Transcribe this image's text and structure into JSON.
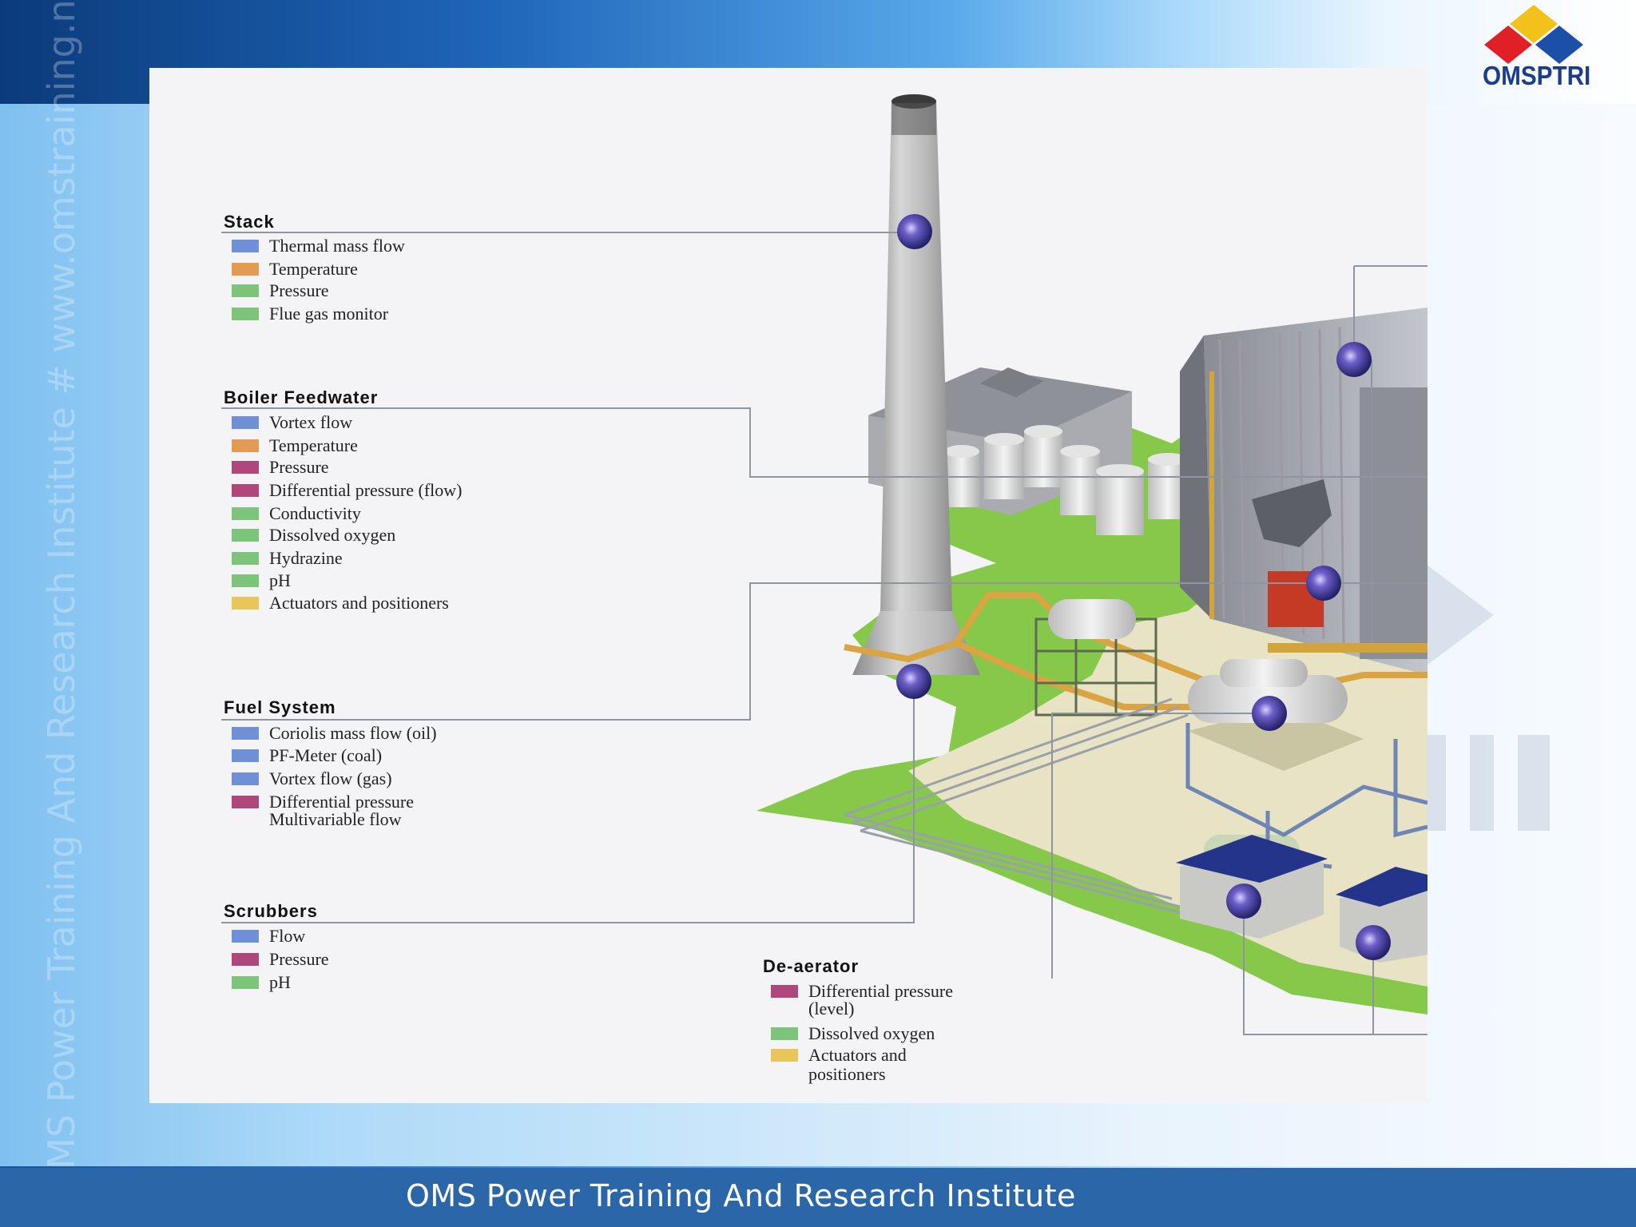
{
  "footer": {
    "title": "OMS Power Training And Research Institute"
  },
  "logo": {
    "text": "OMSPTRI"
  },
  "watermark": {
    "text": "OMS Power Training And Research Institute # www.omstraining.net"
  },
  "colors": {
    "blue": "#6f8fd6",
    "orange": "#e39a52",
    "green": "#7cc47a",
    "maroon": "#b0477a",
    "yellow": "#e9c65a"
  },
  "groups": [
    {
      "title": "Stack",
      "items": [
        {
          "text": "Thermal mass flow",
          "color": "blue"
        },
        {
          "text": "Temperature",
          "color": "orange"
        },
        {
          "text": "Pressure",
          "color": "green"
        },
        {
          "text": "Flue gas monitor",
          "color": "green"
        }
      ]
    },
    {
      "title": "Boiler Feedwater",
      "items": [
        {
          "text": "Vortex flow",
          "color": "blue"
        },
        {
          "text": "Temperature",
          "color": "orange"
        },
        {
          "text": "Pressure",
          "color": "maroon"
        },
        {
          "text": "Differential pressure (flow)",
          "color": "maroon"
        },
        {
          "text": "Conductivity",
          "color": "green"
        },
        {
          "text": "Dissolved oxygen",
          "color": "green"
        },
        {
          "text": "Hydrazine",
          "color": "green"
        },
        {
          "text": "pH",
          "color": "green"
        },
        {
          "text": "Actuators and positioners",
          "color": "yellow"
        }
      ]
    },
    {
      "title": "Fuel System",
      "items": [
        {
          "text": "Coriolis mass flow (oil)",
          "color": "blue"
        },
        {
          "text": "PF-Meter (coal)",
          "color": "blue"
        },
        {
          "text": "Vortex flow (gas)",
          "color": "blue"
        },
        {
          "text": "Differential pressure",
          "text2": "Multivariable flow",
          "color": "maroon"
        }
      ]
    },
    {
      "title": "Scrubbers",
      "items": [
        {
          "text": "Flow",
          "color": "blue"
        },
        {
          "text": "Pressure",
          "color": "maroon"
        },
        {
          "text": "pH",
          "color": "green"
        }
      ]
    },
    {
      "title": "De-aerator",
      "items": [
        {
          "text": "Differential  pressure",
          "text2": "(level)",
          "color": "maroon"
        },
        {
          "text": "Dissolved oxygen",
          "color": "green"
        },
        {
          "text": "Actuators and",
          "text2": "positioners",
          "color": "yellow"
        }
      ]
    }
  ]
}
